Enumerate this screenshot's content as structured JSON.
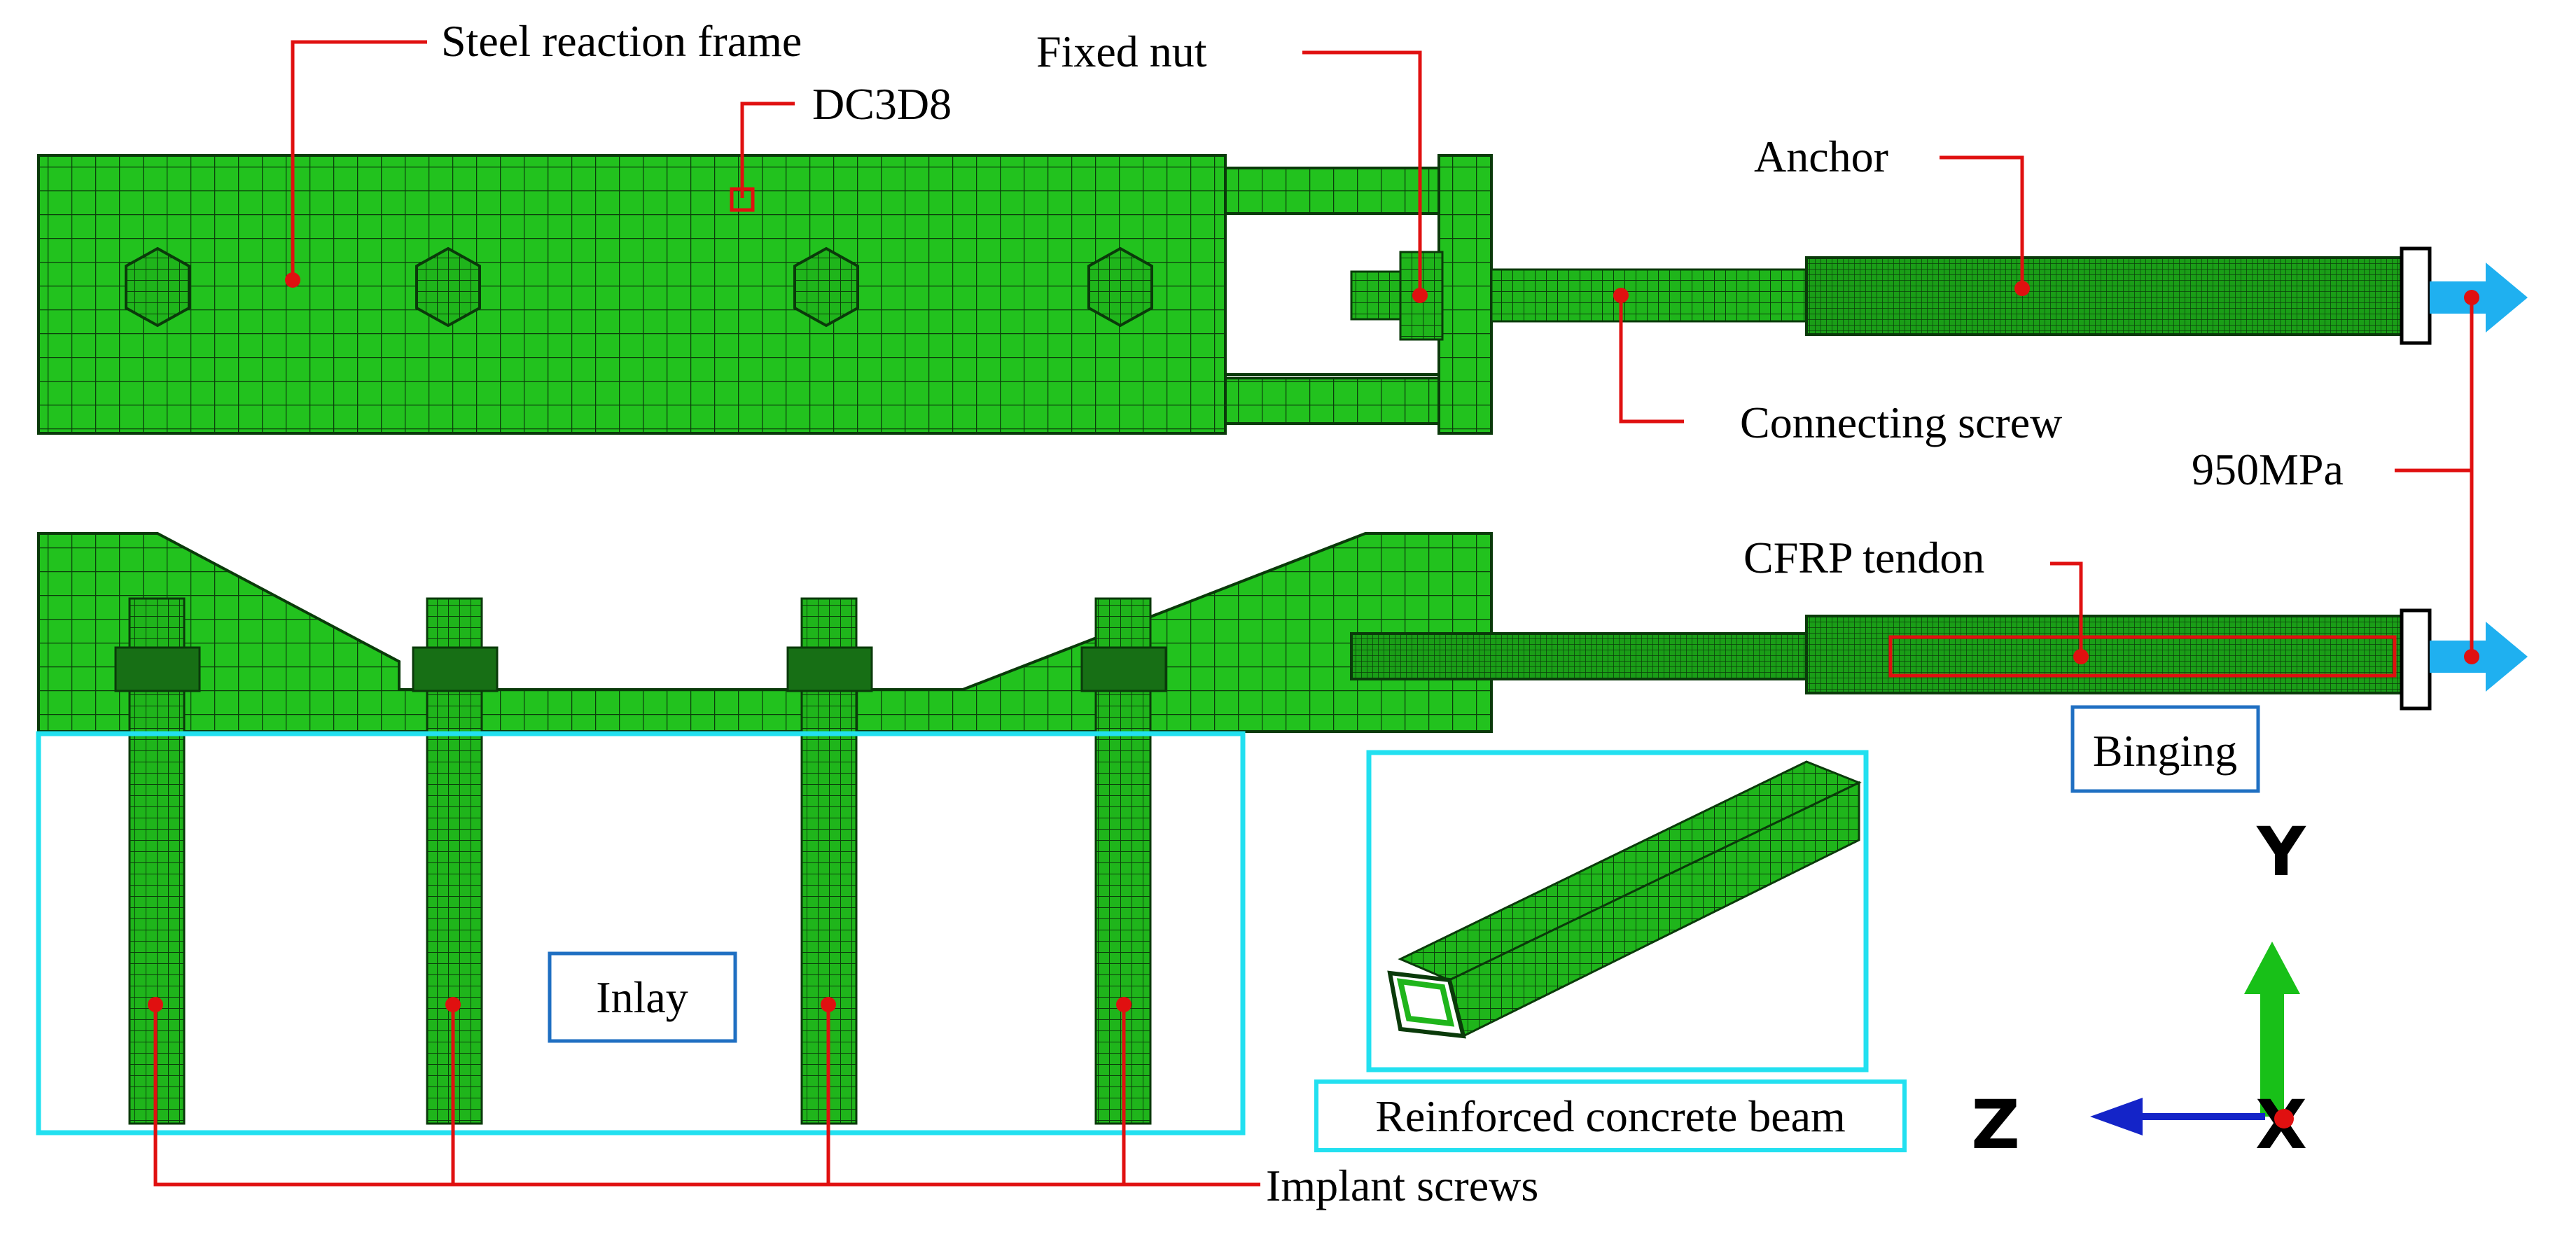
{
  "labels": {
    "steel_reaction_frame": "Steel reaction frame",
    "dc3d8": "DC3D8",
    "fixed_nut": "Fixed nut",
    "anchor": "Anchor",
    "connecting_screw": "Connecting screw",
    "pressure": "950MPa",
    "cfrp_tendon": "CFRP tendon",
    "binging": "Binging",
    "inlay": "Inlay",
    "reinforced_concrete_beam": "Reinforced concrete beam",
    "implant_screws": "Implant screws"
  },
  "axes": {
    "y": "Y",
    "z": "Z",
    "x": "X"
  },
  "colors": {
    "mesh_green": "#22c21e",
    "mesh_line": "#0a3a0a",
    "leader_red": "#e01010",
    "load_arrow": "#1fb0f0",
    "cyan_box": "#22e0f0",
    "blue_box": "#1f6fc2",
    "axis_y": "#18c018",
    "axis_z": "#1424c8",
    "axis_x": "#e01010"
  }
}
